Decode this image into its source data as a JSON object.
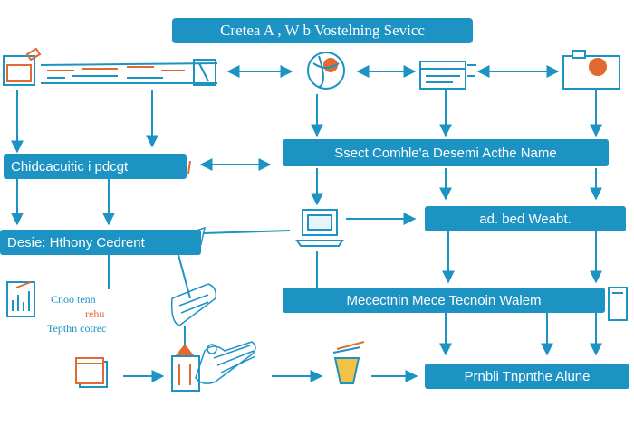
{
  "diagram": {
    "title": "Cretea A , W b Vostelning Sevicc",
    "boxes": {
      "choose_box": "Chidcacuitic i pdcgt",
      "select_box": "Ssect Comhle'a Desemi Acthe Name",
      "question_mark": "?",
      "design_box": "Desie: Hthony Cedrent",
      "add_box": "ad. bed Weabt.",
      "process_box": "Mecectnin Mece Tecnoin Walem",
      "publish_box": "Prnbli Tnpnthe Alune"
    },
    "notes": {
      "line1": "Cnoo tenn",
      "line2": "rehu",
      "line3": "Tepthn cotrec"
    },
    "colors": {
      "primary": "#1d93c4",
      "accent": "#e06a32",
      "background": "#ffffff"
    },
    "icons": [
      "browser-window-icon",
      "globe-icon",
      "server-icon",
      "camera-icon",
      "laptop-icon",
      "bar-chart-icon",
      "document-icon",
      "folder-icon",
      "box-icon",
      "tablet-icon",
      "cup-icon",
      "hand-icon"
    ]
  }
}
